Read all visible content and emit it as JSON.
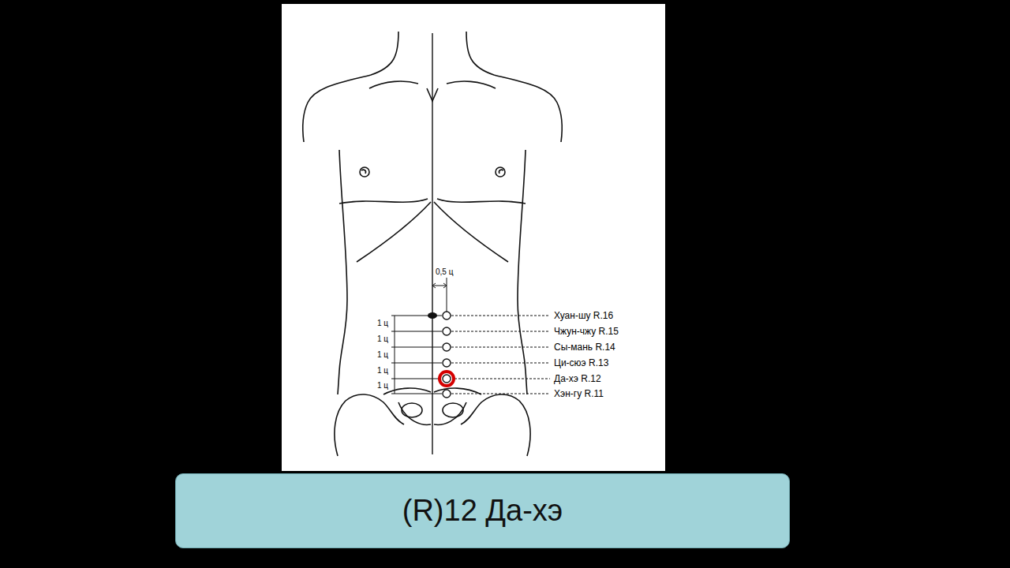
{
  "diagram": {
    "nodes": [
      {
        "text": [
          "(R)12 Да-хэ"
        ]
      }
    ],
    "labels": [
      "0,5 ц",
      "1 ц",
      "1 ц",
      "1 ц",
      "1 ц",
      "1 ц",
      "Хуан-шу R.16",
      "Чжун-чжу R.15",
      "Сы-мань R.14",
      "Ци-сюэ R.13",
      "Да-хэ R.12",
      "Хэн-гу R.11"
    ]
  }
}
